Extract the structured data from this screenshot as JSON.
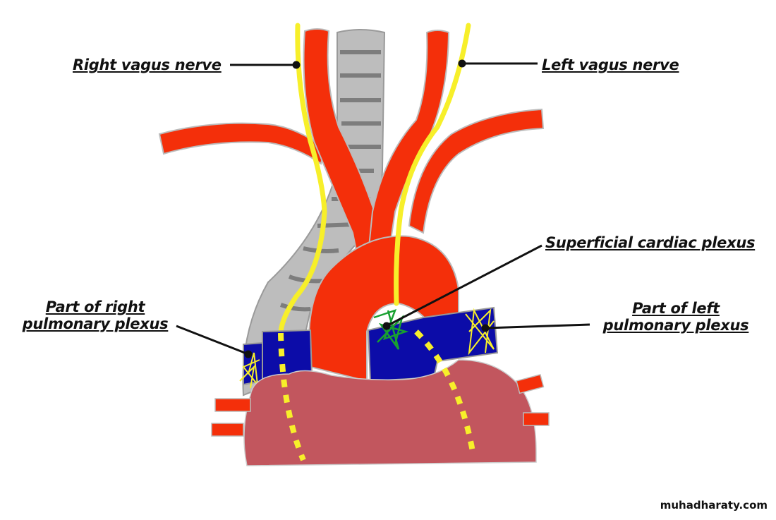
{
  "diagram": {
    "labels": {
      "right_vagus": "Right vagus nerve",
      "left_vagus": "Left vagus nerve",
      "superficial_cardiac": "Superficial cardiac plexus",
      "right_pulmonary_line1": "Part of right",
      "right_pulmonary_line2": "pulmonary plexus",
      "left_pulmonary_line1": "Part of left",
      "left_pulmonary_line2": "pulmonary plexus"
    },
    "watermark": "muhadharaty.com",
    "colors": {
      "artery": "#f42f0a",
      "nerve": "#f7ef2a",
      "trachea": "#bdbdbd",
      "trachea_ring": "#7d7d7d",
      "pulmonary_artery": "#0c0ca8",
      "heart": "#c2565e",
      "cardiac_plexus": "#18a030",
      "leader": "#111111"
    }
  }
}
